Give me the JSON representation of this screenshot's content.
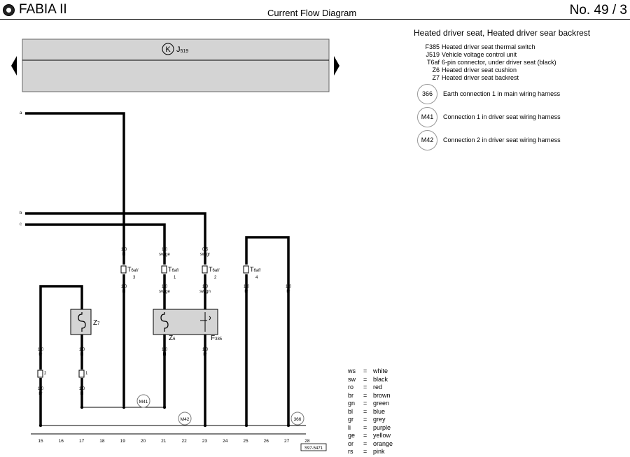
{
  "header": {
    "model": "FABIA II",
    "doc_title": "Current Flow Diagram",
    "page_number": "No.  49 / 3"
  },
  "component_box": {
    "k_symbol": "K",
    "label": "J",
    "label_sub": "519"
  },
  "wires": {
    "a": "a",
    "b": "b",
    "c": "c",
    "w19_top": [
      "1,0",
      "bl"
    ],
    "w21_top": [
      "1,0",
      "sw/ge"
    ],
    "w23_top": [
      "0,5",
      "sw/gr"
    ],
    "w19_bot": [
      "1,0",
      "bl"
    ],
    "w21_bot": [
      "1,0",
      "sw/ge"
    ],
    "w23_bot": [
      "1,0",
      "sw/gn"
    ],
    "w25": [
      "1,0",
      "br"
    ],
    "w27": [
      "1,0",
      "br"
    ],
    "w15_a": [
      "1,0",
      "br"
    ],
    "w15_b": [
      "1,0",
      "br"
    ],
    "w17_a": [
      "1,0",
      "bl"
    ],
    "w17_b": [
      "1,0",
      "bl"
    ],
    "w21_low": [
      "1,0",
      "bl"
    ],
    "w23_low": [
      "1,0",
      "br"
    ]
  },
  "connectors": {
    "t19": [
      "T",
      "6af",
      "/",
      "3"
    ],
    "t21": [
      "T",
      "6af",
      "/",
      "1"
    ],
    "t23": [
      "T",
      "6af",
      "/",
      "2"
    ],
    "t25": [
      "T",
      "6af",
      "/",
      "4"
    ],
    "p15": "2",
    "p17": "1"
  },
  "components": {
    "z7": [
      "Z",
      "7"
    ],
    "z6": [
      "Z",
      "6"
    ],
    "f385": [
      "F",
      "385"
    ],
    "m41": "M41",
    "m42": "M42",
    "e366": "366"
  },
  "track_numbers": [
    "15",
    "16",
    "17",
    "18",
    "19",
    "20",
    "21",
    "22",
    "23",
    "24",
    "25",
    "26",
    "27",
    "28"
  ],
  "drawing_ref": "S97-5471",
  "legend": {
    "title": "Heated driver seat, Heated driver sear backrest",
    "items": [
      {
        "code": "F385",
        "desc": "Heated driver seat thermal switch"
      },
      {
        "code": "J519",
        "desc": "Vehicle voltage control unit"
      },
      {
        "code": "T6af",
        "desc": "6-pin connector, under driver seat (black)"
      },
      {
        "code": "Z6",
        "desc": "Heated driver seat cushion"
      },
      {
        "code": "Z7",
        "desc": "Heated driver seat backrest"
      }
    ],
    "connections": [
      {
        "code": "366",
        "desc": "Earth connection 1 in main wiring harness"
      },
      {
        "code": "M41",
        "desc": "Connection 1 in driver seat wiring harness"
      },
      {
        "code": "M42",
        "desc": "Connection 2 in driver seat wiring harness"
      }
    ]
  },
  "color_codes": [
    {
      "abbr": "ws",
      "name": "white"
    },
    {
      "abbr": "sw",
      "name": "black"
    },
    {
      "abbr": "ro",
      "name": "red"
    },
    {
      "abbr": "br",
      "name": "brown"
    },
    {
      "abbr": "gn",
      "name": "green"
    },
    {
      "abbr": "bl",
      "name": "blue"
    },
    {
      "abbr": "gr",
      "name": "grey"
    },
    {
      "abbr": "li",
      "name": "purple"
    },
    {
      "abbr": "ge",
      "name": "yellow"
    },
    {
      "abbr": "or",
      "name": "orange"
    },
    {
      "abbr": "rs",
      "name": "pink"
    }
  ],
  "colors": {
    "box_fill": "#d4d4d4",
    "wire": "#000000"
  }
}
